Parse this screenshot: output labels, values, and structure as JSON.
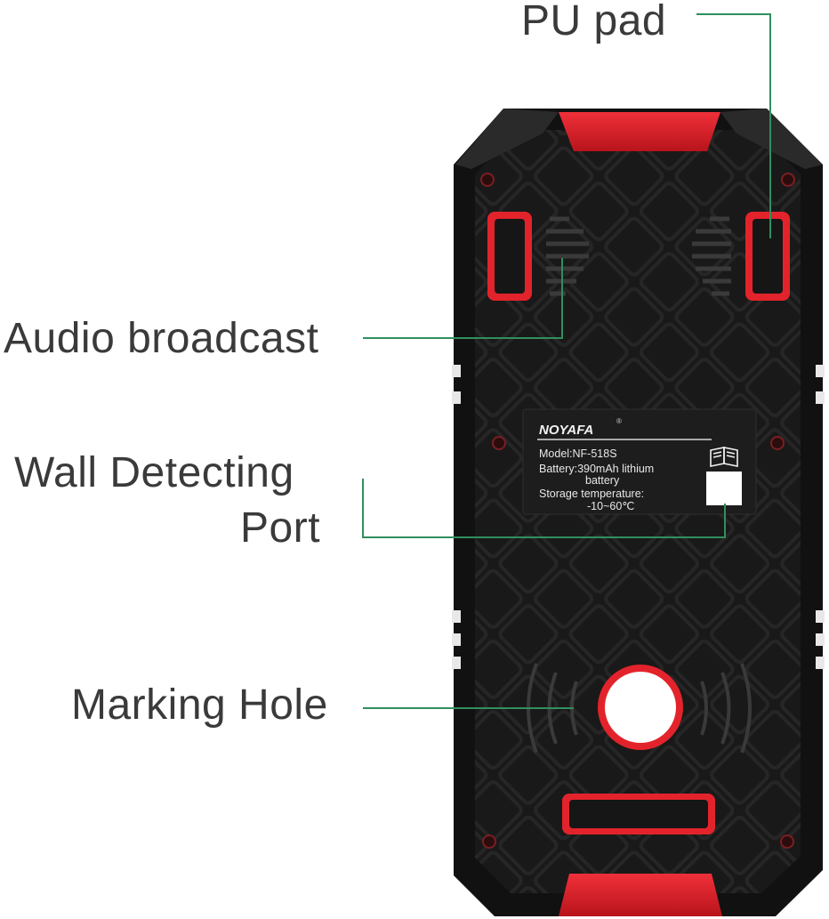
{
  "callouts": {
    "pu_pad": "PU pad",
    "audio_broadcast": "Audio broadcast",
    "wall_detecting_line1": "Wall Detecting",
    "wall_detecting_line2": "Port",
    "marking_hole": "Marking Hole"
  },
  "device_label": {
    "brand": "NOYAFA",
    "model": "Model:NF-518S",
    "battery_line1": "Battery:390mAh lithium",
    "battery_line2": "battery",
    "storage_line1": "Storage temperature:",
    "storage_line2": "-10~60℃"
  },
  "icons": {
    "manual": "book-icon",
    "registered": "registered-mark-icon"
  },
  "colors": {
    "body": "#151515",
    "accent_red": "#e3232b",
    "leader_line": "#2f8f5f",
    "label_plate": "#1d1d1d"
  }
}
